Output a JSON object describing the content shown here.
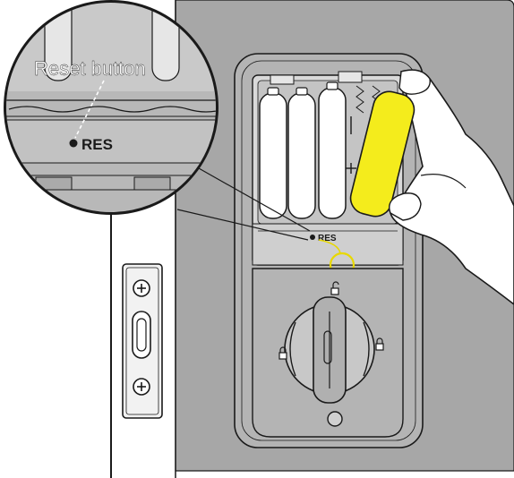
{
  "callout": {
    "title": "Reset button",
    "label": "RES"
  },
  "panel": {
    "label": "RES"
  },
  "colors": {
    "battery_highlight": "#f4ec1c",
    "door_shade": "#a7a7a7",
    "reset_circle": "#e8d800",
    "outline": "#1a1a1a"
  }
}
